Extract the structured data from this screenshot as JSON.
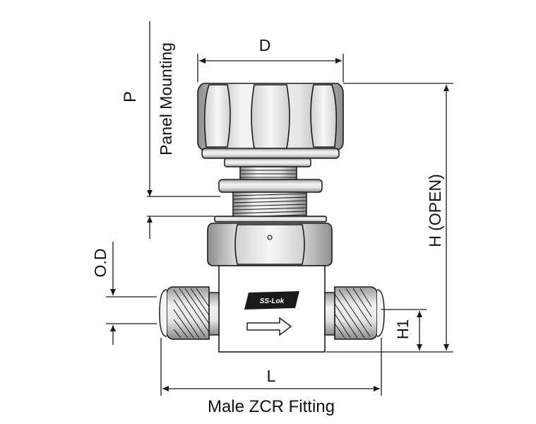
{
  "labels": {
    "d": "D",
    "p": "P",
    "panel_mounting": "Panel Mounting",
    "h_open": "H (OPEN)",
    "od": "O.D",
    "h1": "H1",
    "l": "L",
    "caption": "Male ZCR Fitting"
  },
  "logo_text": "SS-Lok",
  "colors": {
    "line": "#1a1a1a",
    "metal_light": "#f4f4f4",
    "metal_mid": "#cfcfcf",
    "metal_dark": "#8c8c8c"
  },
  "icons": {
    "flow": "arrow-right-icon"
  }
}
